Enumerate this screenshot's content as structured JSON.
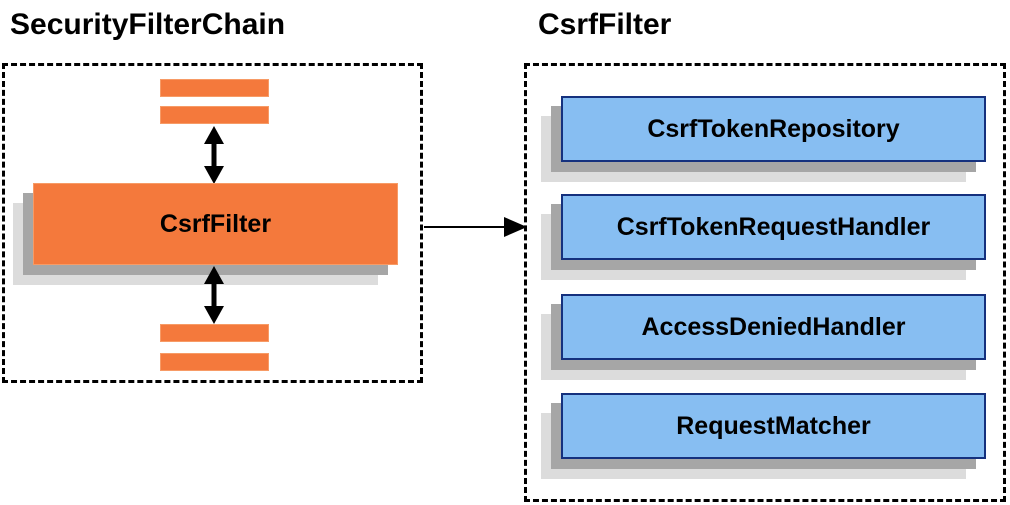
{
  "left_panel": {
    "title": "SecurityFilterChain",
    "filter_label": "CsrfFilter"
  },
  "right_panel": {
    "title": "CsrfFilter",
    "components": [
      "CsrfTokenRepository",
      "CsrfTokenRequestHandler",
      "AccessDeniedHandler",
      "RequestMatcher"
    ]
  },
  "colors": {
    "orange_fill": "#f4793c",
    "orange_border": "#f79b66",
    "blue_fill": "#87bef2",
    "blue_border": "#15317e",
    "shadow_gray": "#a6a6a6",
    "shadow_light": "#dcdcdc",
    "line_black": "#000000"
  }
}
